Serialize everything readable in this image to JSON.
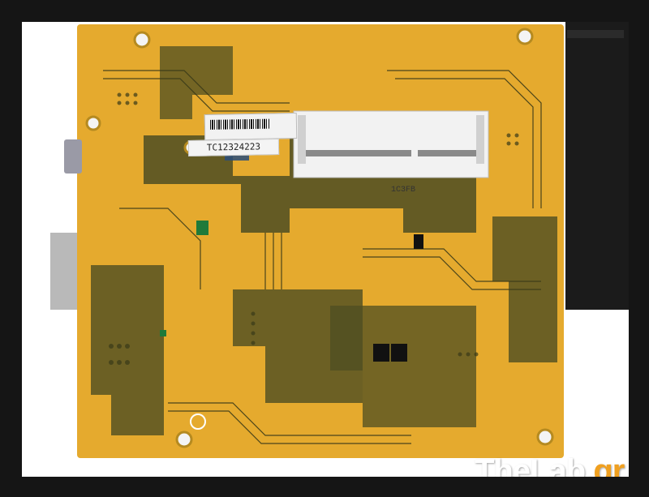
{
  "photo": {
    "serial_label": "TC12324223",
    "slot_marking": "1C3FB",
    "watermark": {
      "brand": "TheLab",
      "tld": ".gr"
    }
  },
  "colors": {
    "pcb_yellow": "#e5aa2e",
    "pcb_trace": "#5a5a2a",
    "pcb_dark": "#3f3f1d",
    "backdrop": "#ffffff",
    "frame": "#151515",
    "metal": "#b8b8b8"
  }
}
